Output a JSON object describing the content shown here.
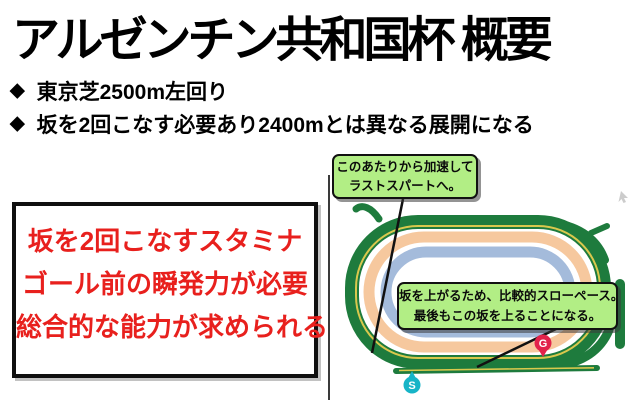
{
  "header": {
    "title": "アルゼンチン共和国杯 概要"
  },
  "bullets": [
    {
      "marker": "◆",
      "text": "東京芝2500m左回り"
    },
    {
      "marker": "◆",
      "text": "坂を2回こなす必要あり2400mとは異なる展開になる"
    }
  ],
  "summary_box": {
    "lines": [
      "坂を2回こなすスタミナ",
      "ゴール前の瞬発力が必要",
      "総合的な能力が求められる"
    ],
    "text_color": "#e8201d",
    "border_color": "#0f0f0f",
    "background": "#ffffff"
  },
  "diagram": {
    "callouts": [
      {
        "lines": [
          "このあたりから加速して",
          "ラストスパートへ。"
        ],
        "background": "#b2ee85",
        "border_color": "#111111",
        "text_color": "#0b0b0b"
      },
      {
        "lines": [
          "坂を上がるため、比較的スローペース。",
          "最後もこの坂を上ることになる。"
        ],
        "background": "#b2ee85",
        "border_color": "#111111",
        "text_color": "#0b0b0b"
      }
    ],
    "markers": [
      {
        "label": "S",
        "color": "#17b4c7"
      },
      {
        "label": "G",
        "color": "#e2224b"
      }
    ],
    "track_colors": {
      "turf_green": "#1e7b3d",
      "rail_yellow": "#d9c84d",
      "dirt_peach": "#f6c89e",
      "inner_blue": "#a4bbdb"
    },
    "pointer_color": "#111111"
  }
}
